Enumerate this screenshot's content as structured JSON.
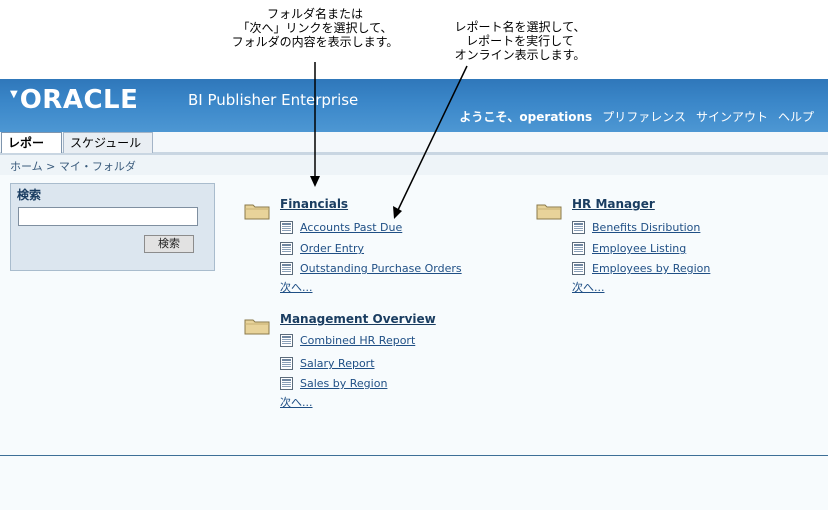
{
  "callouts": {
    "left": [
      "フォルダ名または",
      "「次へ」リンクを選択して、",
      "フォルダの内容を表示します。"
    ],
    "right": [
      "レポート名を選択して、",
      "レポートを実行して",
      "オンライン表示します。"
    ]
  },
  "header": {
    "logo_text": "ORACLE",
    "product_name": "BI Publisher Enterprise",
    "welcome": "ようこそ、operations",
    "links": [
      "プリファレンス",
      "サインアウト",
      "ヘルプ"
    ]
  },
  "tabs": [
    {
      "label": "レポート",
      "selected": true
    },
    {
      "label": "スケジュール",
      "selected": false
    }
  ],
  "breadcrumb": {
    "home": "ホーム",
    "separator": ">",
    "current": "マイ・フォルダ"
  },
  "search": {
    "title": "検索",
    "input_value": "",
    "button_label": "検索"
  },
  "folders": {
    "financials": {
      "name": "Financials",
      "reports": [
        "Accounts Past Due",
        "Order Entry",
        "Outstanding Purchase Orders"
      ],
      "more": "次へ..."
    },
    "management": {
      "name": "Management Overview",
      "reports": [
        "Combined HR Report",
        "Salary Report",
        "Sales by Region"
      ],
      "more": "次へ..."
    },
    "hr": {
      "name": "HR Manager",
      "reports": [
        "Benefits Disribution",
        "Employee Listing",
        "Employees by Region"
      ],
      "more": "次へ..."
    }
  },
  "colors": {
    "header_blue": "#3b87c9",
    "link_blue": "#1f4f85",
    "folder_tan": "#e8d39a"
  }
}
